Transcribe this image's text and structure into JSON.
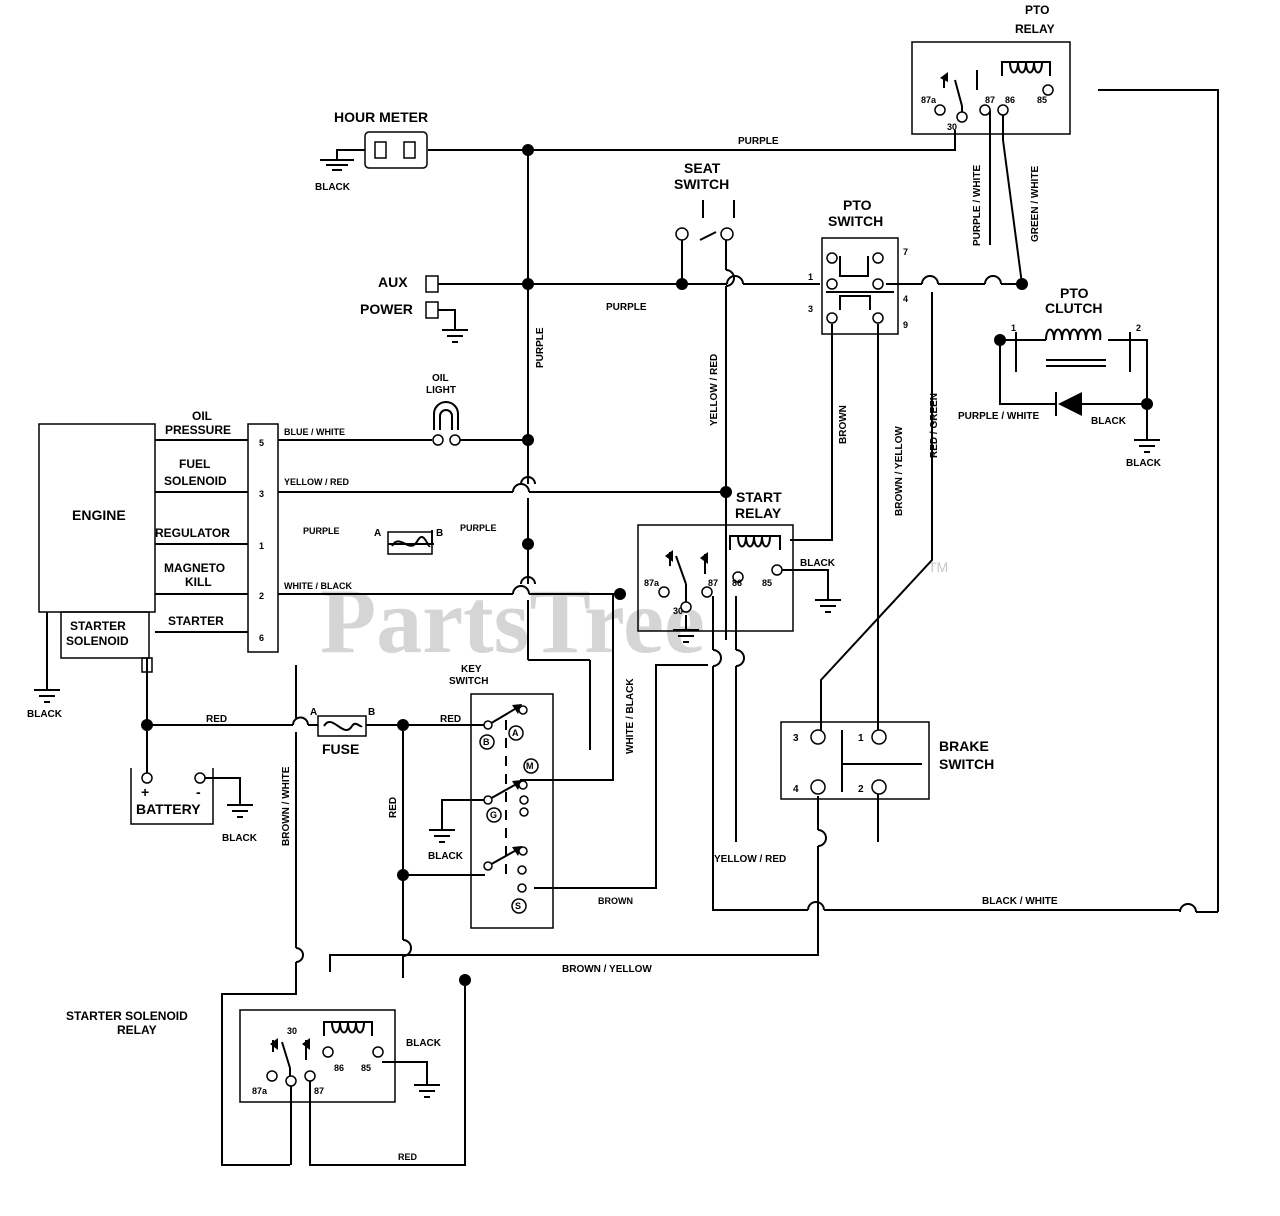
{
  "watermark": {
    "text": "PartsTree",
    "tm": "TM"
  },
  "components": {
    "pto_relay": {
      "title_1": "PTO",
      "title_2": "RELAY",
      "pins": [
        "87a",
        "30",
        "87",
        "86",
        "85"
      ]
    },
    "hour_meter": {
      "title": "HOUR METER",
      "ground": "BLACK"
    },
    "seat_switch": {
      "title_1": "SEAT",
      "title_2": "SWITCH"
    },
    "pto_switch": {
      "title_1": "PTO",
      "title_2": "SWITCH",
      "pins": [
        "1",
        "3",
        "7",
        "4",
        "9"
      ]
    },
    "aux": "AUX",
    "power": "POWER",
    "pto_clutch": {
      "title_1": "PTO",
      "title_2": "CLUTCH",
      "pin_1": "1",
      "pin_2": "2"
    },
    "oil_light": {
      "title_1": "OIL",
      "title_2": "LIGHT"
    },
    "engine": {
      "title": "ENGINE",
      "oil_pressure_1": "OIL",
      "oil_pressure_2": "PRESSURE",
      "fuel_solenoid_1": "FUEL",
      "fuel_solenoid_2": "SOLENOID",
      "regulator": "REGULATOR",
      "magneto_kill_1": "MAGNETO",
      "magneto_kill_2": "KILL",
      "starter": "STARTER",
      "starter_solenoid_1": "STARTER",
      "starter_solenoid_2": "SOLENOID",
      "ground": "BLACK",
      "connector_pins": [
        "5",
        "3",
        "1",
        "2",
        "6"
      ]
    },
    "diode": {
      "pin_a": "A",
      "pin_b": "B"
    },
    "start_relay": {
      "title_1": "START",
      "title_2": "RELAY",
      "pins": [
        "87a",
        "30",
        "87",
        "86",
        "85"
      ],
      "ground": "BLACK"
    },
    "key_switch": {
      "title_1": "KEY",
      "title_2": "SWITCH",
      "terminals": [
        "B",
        "A",
        "M",
        "G",
        "S"
      ]
    },
    "fuse": {
      "title": "FUSE",
      "pin_a": "A",
      "pin_b": "B"
    },
    "battery": {
      "title": "BATTERY",
      "plus": "+",
      "minus": "-",
      "ground": "BLACK"
    },
    "brake_switch": {
      "title_1": "BRAKE",
      "title_2": "SWITCH",
      "pins": [
        "3",
        "1",
        "4",
        "2"
      ]
    },
    "starter_solenoid_relay": {
      "title_1": "STARTER SOLENOID",
      "title_2": "RELAY",
      "pins": [
        "30",
        "87a",
        "87",
        "86",
        "85"
      ],
      "ground": "BLACK"
    }
  },
  "wire_labels": {
    "purple_top": "PURPLE",
    "purple_mid": "PURPLE",
    "purple_vertical": "PURPLE",
    "purple_white_relay": "PURPLE / WHITE",
    "green_white_relay": "GREEN / WHITE",
    "yellow_red_vertical": "YELLOW / RED",
    "brown_vertical": "BROWN",
    "brown_yellow_vertical": "BROWN / YELLOW",
    "red_green_vertical": "RED / GREEN",
    "purple_white_clutch": "PURPLE / WHITE",
    "black_clutch": "BLACK",
    "black_clutch_ground": "BLACK",
    "blue_white": "BLUE / WHITE",
    "yellow_red_fuel": "YELLOW / RED",
    "purple_reg_left": "PURPLE",
    "purple_reg_right": "PURPLE",
    "white_black_magneto": "WHITE / BLACK",
    "white_black_vertical": "WHITE / BLACK",
    "red_battery": "RED",
    "red_key": "RED",
    "red_vertical": "RED",
    "brown_white_vertical": "BROWN / WHITE",
    "key_ground_black": "BLACK",
    "brown_key": "BROWN",
    "yellow_red_bottom": "YELLOW / RED",
    "black_white_bottom": "BLACK / WHITE",
    "brown_yellow_bottom": "BROWN / YELLOW",
    "red_bottom": "RED"
  }
}
